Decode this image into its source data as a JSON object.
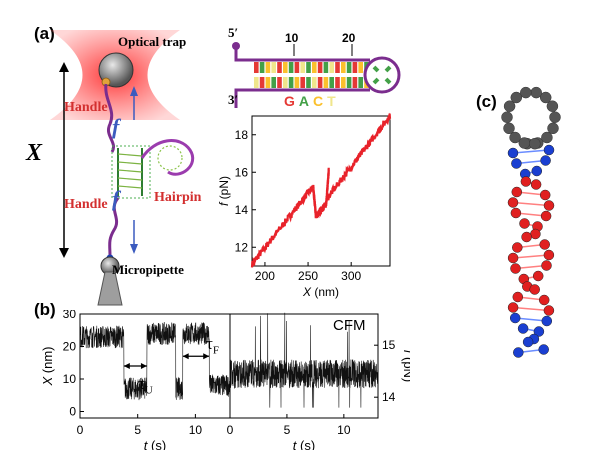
{
  "panels": {
    "a": {
      "label": "(a)",
      "optical_trap": "Optical trap",
      "handle_top": "Handle",
      "handle_bottom": "Handle",
      "hairpin": "Hairpin",
      "micropipette": "Micropipette",
      "extension_symbol": "X",
      "force_symbol": "f",
      "seq_5prime": "5′",
      "seq_3prime": "3′",
      "seq_pos_10": "10",
      "seq_pos_20": "20",
      "bases": [
        {
          "letter": "G",
          "color": "#e53935"
        },
        {
          "letter": "A",
          "color": "#43a047"
        },
        {
          "letter": "C",
          "color": "#fbc02d"
        },
        {
          "letter": "T",
          "color": "#f0e68c"
        }
      ]
    },
    "b": {
      "label": "(b)",
      "cfm_label": "CFM",
      "tau_u": "τ",
      "tau_u_sub": "U",
      "tau_f": "τ",
      "tau_f_sub": "F"
    },
    "c": {
      "label": "(c)"
    }
  },
  "chart_data": [
    {
      "type": "scatter",
      "panel": "a-inset",
      "xlabel": "X (nm)",
      "ylabel": "f (pN)",
      "xlim": [
        185,
        345
      ],
      "ylim": [
        11,
        19
      ],
      "xticks": [
        200,
        250,
        300
      ],
      "yticks": [
        12,
        14,
        16,
        18
      ],
      "series": [
        {
          "color": "#e8222a",
          "segments": [
            {
              "x": [
                185,
                255
              ],
              "y": [
                11.1,
                15.2
              ]
            },
            {
              "x": [
                256,
                259
              ],
              "y": [
                15.2,
                13.7
              ]
            },
            {
              "x": [
                260,
                271
              ],
              "y": [
                13.7,
                14.3
              ]
            },
            {
              "x": [
                271,
                274
              ],
              "y": [
                14.3,
                16.1
              ]
            },
            {
              "x": [
                272,
                345
              ],
              "y": [
                14.6,
                19.0
              ]
            }
          ]
        }
      ]
    },
    {
      "type": "line",
      "panel": "b-left",
      "xlabel": "t (s)",
      "ylabel": "X (nm)",
      "xlim": [
        0,
        13
      ],
      "ylim": [
        -2,
        30
      ],
      "xticks": [
        0,
        5,
        10
      ],
      "yticks": [
        0,
        10,
        20,
        30
      ],
      "states": [
        {
          "t0": 0,
          "t1": 3.8,
          "level": 23
        },
        {
          "t0": 3.8,
          "t1": 5.8,
          "level": 7
        },
        {
          "t0": 5.8,
          "t1": 8.3,
          "level": 24
        },
        {
          "t0": 8.3,
          "t1": 8.9,
          "level": 7
        },
        {
          "t0": 8.9,
          "t1": 11.2,
          "level": 24
        },
        {
          "t0": 11.2,
          "t1": 13,
          "level": 8
        }
      ]
    },
    {
      "type": "line",
      "panel": "b-right",
      "xlabel": "t (s)",
      "ylabel": "f (pN)",
      "xlim": [
        0,
        13
      ],
      "ylim": [
        13.6,
        15.6
      ],
      "xticks": [
        0,
        5,
        10
      ],
      "yticks": [
        14,
        15
      ],
      "mean_level": 14.45
    }
  ]
}
